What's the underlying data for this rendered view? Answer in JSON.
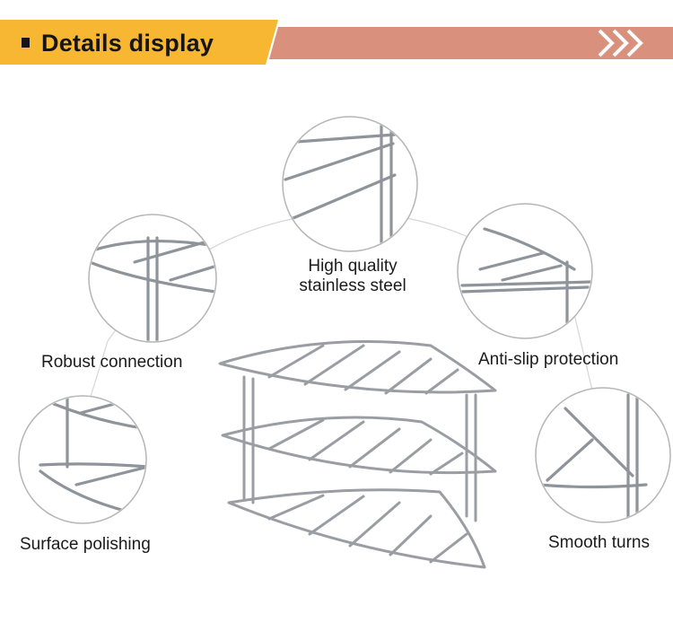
{
  "header": {
    "title": "Details display",
    "colors": {
      "accent": "#f7b733",
      "band": "#d9907c",
      "text": "#151515"
    },
    "icon": "triple-chevron-right-icon"
  },
  "features": [
    {
      "id": "top",
      "label_lines": [
        "High quality",
        "stainless steel"
      ]
    },
    {
      "id": "upper-left",
      "label": "Robust connection"
    },
    {
      "id": "upper-right",
      "label": "Anti-slip protection"
    },
    {
      "id": "lower-left",
      "label": "Surface polishing"
    },
    {
      "id": "lower-right",
      "label": "Smooth turns"
    }
  ],
  "product": {
    "name": "corner-shelf-rack",
    "tiers": 3,
    "material_color": "#9a9ea3"
  }
}
